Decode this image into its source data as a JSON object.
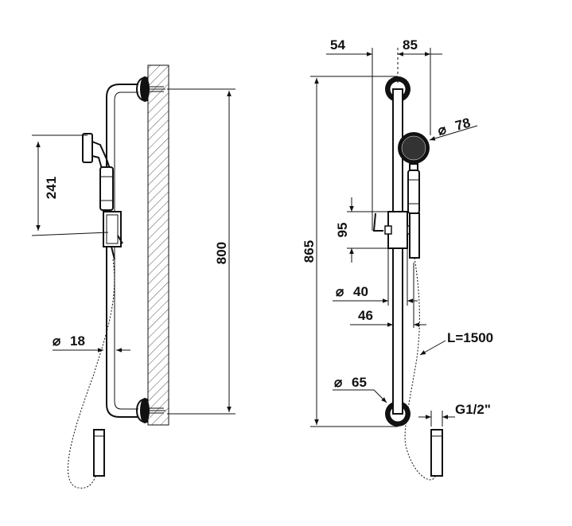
{
  "dimensions": {
    "hand_shower_length": "241",
    "bar_length_centers": "800",
    "diameter_rail": "18",
    "wall_to_bar": "54",
    "bar_to_shower": "85",
    "diameter_shower": "78",
    "height_holder": "95",
    "overall_height": "865",
    "diameter_holder": "40",
    "width_holder": "46",
    "hose_length": "L=1500",
    "diameter_bracket": "65",
    "thread": "G1/2\""
  },
  "glyphs": {
    "diameter": "⌀"
  },
  "colors": {
    "line": "#111111",
    "background": "#ffffff"
  }
}
